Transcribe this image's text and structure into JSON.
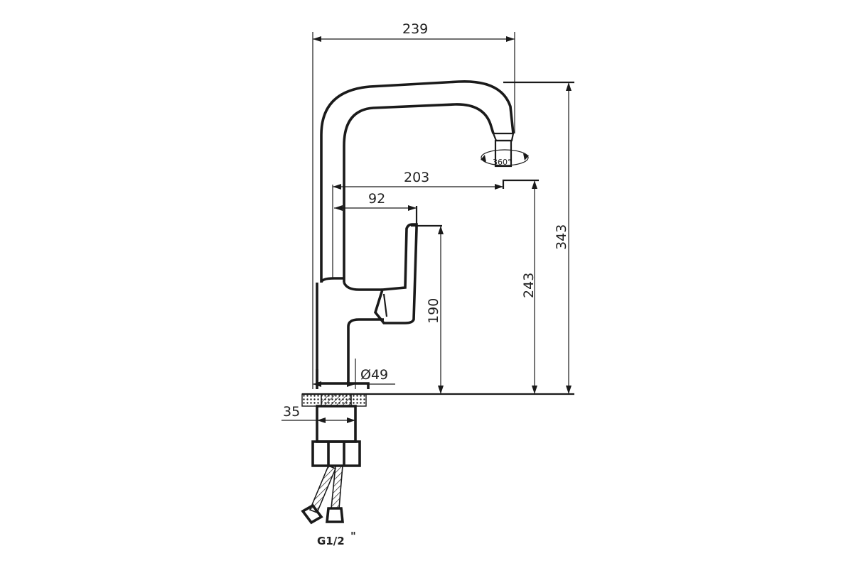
{
  "dimensions": {
    "overall_width": "239",
    "spout_reach": "203",
    "handle_offset": "92",
    "overall_height": "343",
    "spout_height": "243",
    "handle_height": "190",
    "base_diameter": "Ø49",
    "shank_diameter": "35",
    "rotation": "360°"
  },
  "connection": {
    "thread_label": "G1/2",
    "thread_mark": "\""
  },
  "colors": {
    "line": "#1a1a1a",
    "background": "#ffffff"
  }
}
